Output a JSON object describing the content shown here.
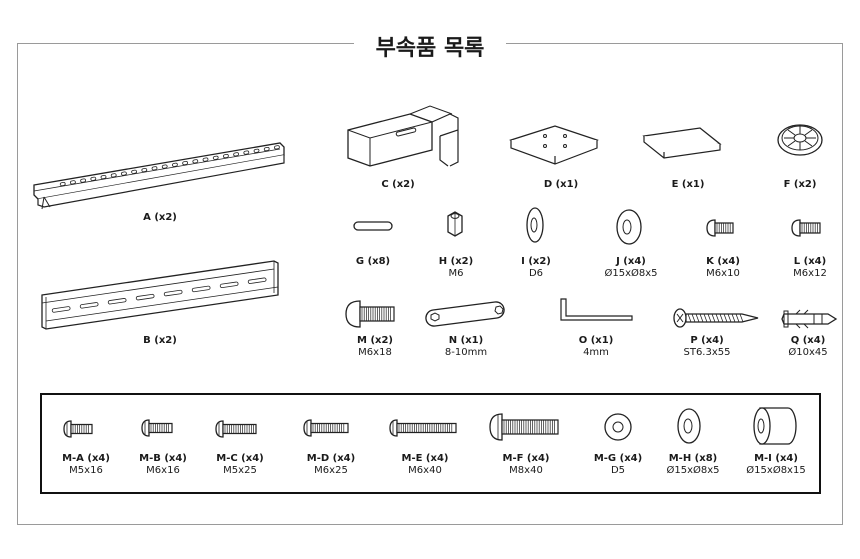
{
  "title": "부속품 목록",
  "parts": {
    "A": {
      "name": "A (x2)",
      "spec": ""
    },
    "B": {
      "name": "B (x2)",
      "spec": ""
    },
    "C": {
      "name": "C (x2)",
      "spec": ""
    },
    "D": {
      "name": "D (x1)",
      "spec": ""
    },
    "E": {
      "name": "E (x1)",
      "spec": ""
    },
    "F": {
      "name": "F (x2)",
      "spec": ""
    },
    "G": {
      "name": "G (x8)",
      "spec": ""
    },
    "H": {
      "name": "H (x2)",
      "spec": "M6"
    },
    "I": {
      "name": "I (x2)",
      "spec": "D6"
    },
    "J": {
      "name": "J (x4)",
      "spec": "Ø15xØ8x5"
    },
    "K": {
      "name": "K (x4)",
      "spec": "M6x10"
    },
    "L": {
      "name": "L (x4)",
      "spec": "M6x12"
    },
    "M": {
      "name": "M (x2)",
      "spec": "M6x18"
    },
    "N": {
      "name": "N (x1)",
      "spec": "8-10mm"
    },
    "O": {
      "name": "O (x1)",
      "spec": "4mm"
    },
    "P": {
      "name": "P (x4)",
      "spec": "ST6.3x55"
    },
    "Q": {
      "name": "Q (x4)",
      "spec": "Ø10x45"
    }
  },
  "bolts": {
    "MA": {
      "name": "M-A (x4)",
      "spec": "M5x16"
    },
    "MB": {
      "name": "M-B (x4)",
      "spec": "M6x16"
    },
    "MC": {
      "name": "M-C (x4)",
      "spec": "M5x25"
    },
    "MD": {
      "name": "M-D (x4)",
      "spec": "M6x25"
    },
    "ME": {
      "name": "M-E (x4)",
      "spec": "M6x40"
    },
    "MF": {
      "name": "M-F (x4)",
      "spec": "M8x40"
    },
    "MG": {
      "name": "M-G (x4)",
      "spec": "D5"
    },
    "MH": {
      "name": "M-H (x8)",
      "spec": "Ø15xØ8x5"
    },
    "MI": {
      "name": "M-I (x4)",
      "spec": "Ø15xØ8x15"
    }
  }
}
